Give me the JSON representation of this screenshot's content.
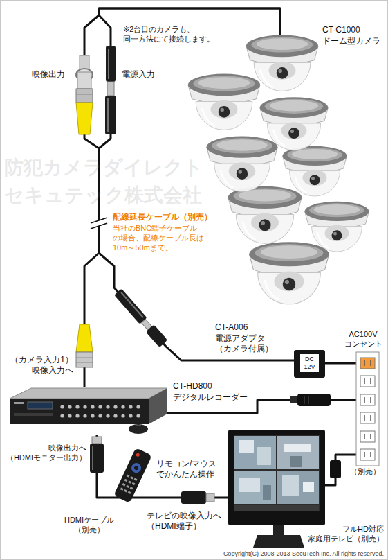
{
  "diagram": {
    "nodes": [
      {
        "text": [
          "CT-C1000",
          "ドーム型カメラ"
        ]
      },
      {
        "text": [
          "CT-A006",
          "電源アダプタ （カメラ付属）",
          "DC 12V"
        ]
      },
      {
        "text": [
          "AC100V コンセント",
          "（別売）"
        ]
      },
      {
        "text": [
          "CT-HD800",
          "デジタルレコーダー"
        ]
      },
      {
        "text": [
          "フルHD対応 家庭用テレビ（別売）"
        ]
      }
    ],
    "edges": [
      {
        "from": 0,
        "to": 3,
        "arrow": "none"
      },
      {
        "from": 0,
        "to": 1,
        "arrow": "none"
      },
      {
        "from": 1,
        "to": 2,
        "arrow": "none"
      },
      {
        "from": 3,
        "to": 2,
        "arrow": "none"
      },
      {
        "from": 3,
        "to": 4,
        "label": "HDMIケーブル （別売）",
        "arrow": "none"
      },
      {
        "from": 4,
        "to": 2,
        "arrow": "none"
      }
    ],
    "labels": [
      "※2台目のカメラも、 同一方法にて接続します。",
      "映像出力",
      "電源入力",
      "配線延長ケーブル（別売）",
      "当社のBNC端子ケーブル の場合、配線ケーブル長は 10m～50mまで。",
      "（カメラ入力1） 映像入力へ",
      "映像出力へ （HDMIモニター出力）",
      "リモコン/マウス でかんたん操作",
      "テレビの映像入力へ （HDMI端子）",
      "Copyright(C) 2008-2013 SecuTech Inc. All rights reserved.",
      "防犯カメラダイレクト",
      "セキュテック株式会社"
    ]
  }
}
